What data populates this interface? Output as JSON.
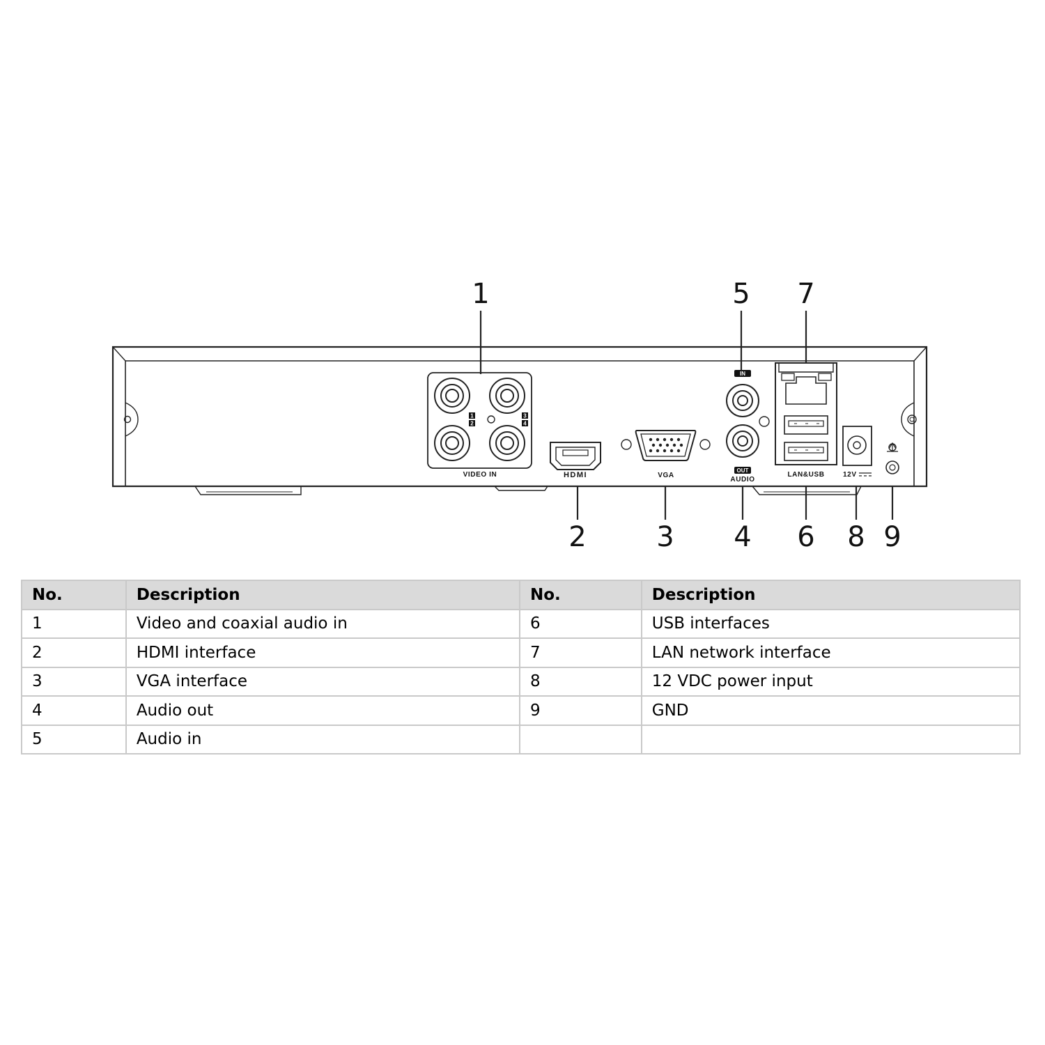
{
  "diagram": {
    "callouts": [
      {
        "num": "1",
        "part": "video-in"
      },
      {
        "num": "2",
        "part": "hdmi"
      },
      {
        "num": "3",
        "part": "vga"
      },
      {
        "num": "4",
        "part": "audio-out"
      },
      {
        "num": "5",
        "part": "audio-in"
      },
      {
        "num": "6",
        "part": "usb"
      },
      {
        "num": "7",
        "part": "lan"
      },
      {
        "num": "8",
        "part": "power"
      },
      {
        "num": "9",
        "part": "gnd"
      }
    ],
    "labels": {
      "video_in": "VIDEO IN",
      "hdmi": "HDMI",
      "vga": "VGA",
      "audio": "AUDIO",
      "audio_in": "IN",
      "audio_out": "OUT",
      "lan_usb": "LAN&USB",
      "power": "12V",
      "ch1": "1",
      "ch2": "2",
      "ch3": "3",
      "ch4": "4"
    },
    "icons": [
      "bnc-connector-icon",
      "hdmi-port-icon",
      "vga-port-icon",
      "rca-jack-icon",
      "rj45-port-icon",
      "usb-port-icon",
      "dc-jack-icon",
      "ground-symbol-icon"
    ]
  },
  "table": {
    "headers": [
      "No.",
      "Description",
      "No.",
      "Description"
    ],
    "rows": [
      [
        "1",
        "Video and coaxial audio in",
        "6",
        "USB interfaces"
      ],
      [
        "2",
        "HDMI interface",
        "7",
        "LAN network interface"
      ],
      [
        "3",
        "VGA interface",
        "8",
        "12 VDC power input"
      ],
      [
        "4",
        "Audio out",
        "9",
        "GND"
      ],
      [
        "5",
        "Audio in",
        "",
        ""
      ]
    ]
  }
}
